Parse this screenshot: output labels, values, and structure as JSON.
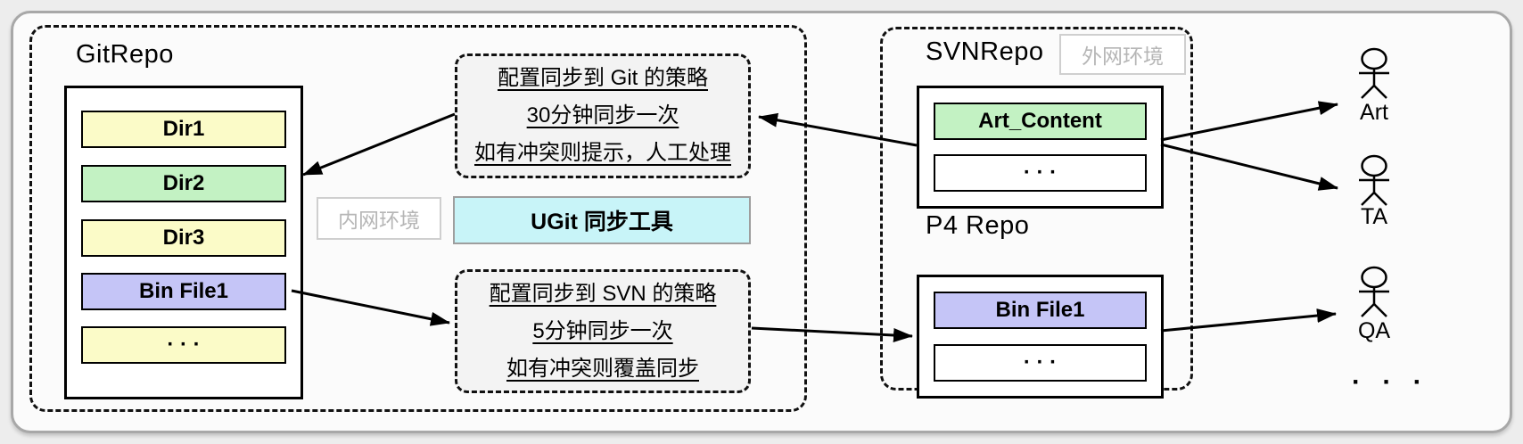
{
  "diagram": {
    "git_section": {
      "title": "GitRepo",
      "env_badge": "内网环境",
      "rows": [
        {
          "label": "Dir1",
          "color": "#fbfbc8"
        },
        {
          "label": "Dir2",
          "color": "#c3f2c3"
        },
        {
          "label": "Dir3",
          "color": "#fbfbc8"
        },
        {
          "label": "Bin File1",
          "color": "#c5c5f7"
        },
        {
          "label": "· · ·",
          "color": "#fbfbc8"
        }
      ]
    },
    "git_policy": {
      "lines": [
        "配置同步到 Git 的策略",
        "30分钟同步一次",
        "如有冲突则提示，人工处理"
      ]
    },
    "svn_policy": {
      "lines": [
        "配置同步到 SVN 的策略",
        "5分钟同步一次",
        "如有冲突则覆盖同步"
      ]
    },
    "sync_tool": {
      "label": "UGit 同步工具",
      "color": "#c8f4f8"
    },
    "svn_section": {
      "title": "SVNRepo",
      "env_badge": "外网环境",
      "rows": [
        {
          "label": "Art_Content",
          "color": "#c3f2c3"
        },
        {
          "label": "· · ·",
          "color": "#ffffff"
        }
      ]
    },
    "p4_section": {
      "title": "P4 Repo",
      "rows": [
        {
          "label": "Bin File1",
          "color": "#c5c5f7"
        },
        {
          "label": "· · ·",
          "color": "#ffffff"
        }
      ]
    },
    "users": [
      {
        "name": "Art"
      },
      {
        "name": "TA"
      },
      {
        "name": "QA"
      }
    ],
    "more_users": "· · ·"
  }
}
